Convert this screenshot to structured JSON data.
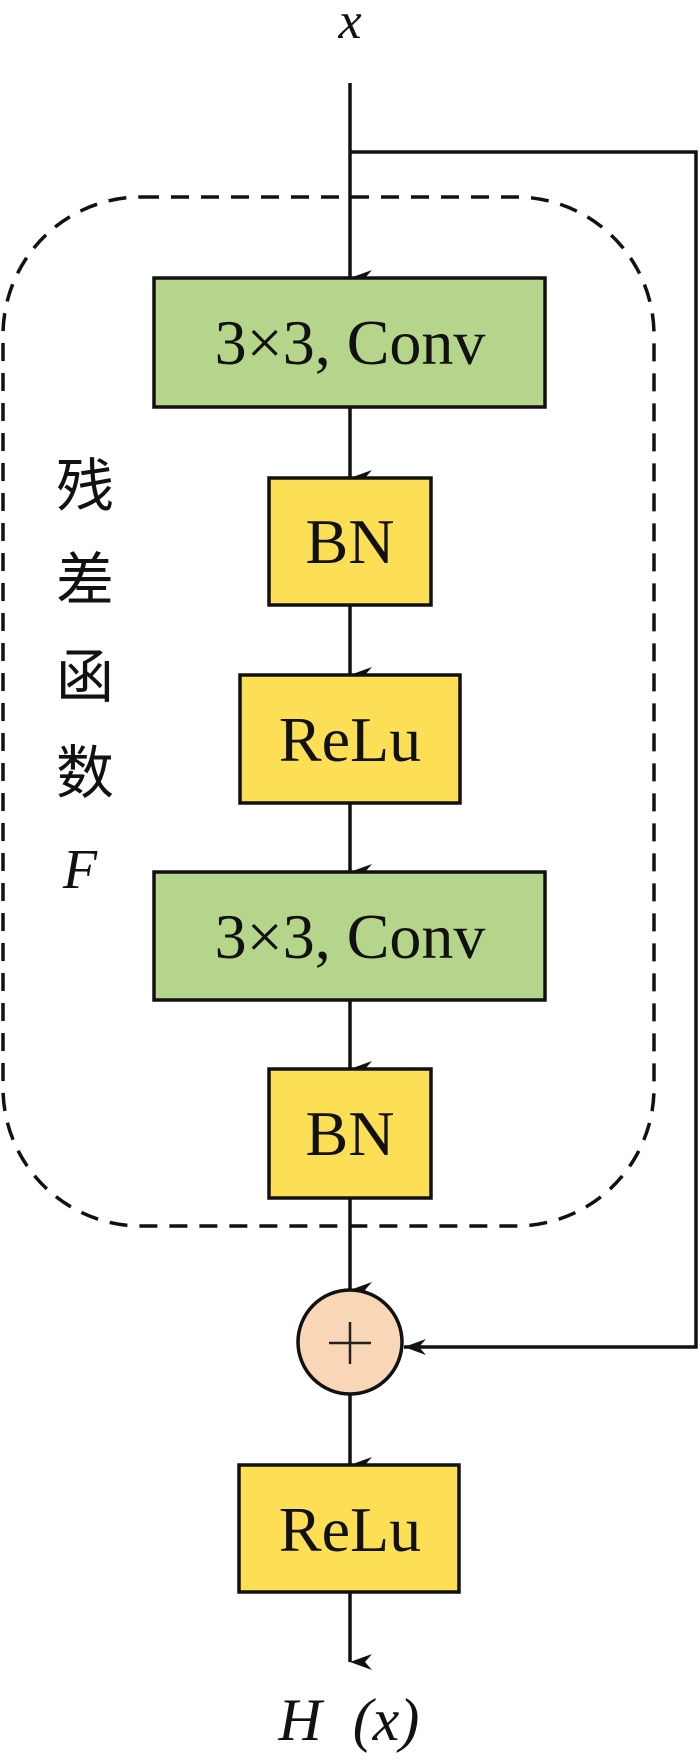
{
  "diagram": {
    "title": "Residual block",
    "input_label": "x",
    "output_label_func": "H",
    "output_label_arg": "(x)",
    "group_label_chars": [
      "残",
      "差",
      "函",
      "数"
    ],
    "group_label_symbol": "F",
    "nodes": [
      {
        "id": "conv1",
        "label": "3×3, Conv",
        "type": "conv"
      },
      {
        "id": "bn1",
        "label": "BN",
        "type": "norm"
      },
      {
        "id": "relu1",
        "label": "ReLu",
        "type": "activation"
      },
      {
        "id": "conv2",
        "label": "3×3, Conv",
        "type": "conv"
      },
      {
        "id": "bn2",
        "label": "BN",
        "type": "norm"
      },
      {
        "id": "add",
        "label": "+",
        "type": "sum"
      },
      {
        "id": "relu2",
        "label": "ReLu",
        "type": "activation"
      }
    ],
    "edges": [
      {
        "from": "x",
        "to": "conv1"
      },
      {
        "from": "conv1",
        "to": "bn1"
      },
      {
        "from": "bn1",
        "to": "relu1"
      },
      {
        "from": "relu1",
        "to": "conv2"
      },
      {
        "from": "conv2",
        "to": "bn2"
      },
      {
        "from": "bn2",
        "to": "add"
      },
      {
        "from": "x",
        "to": "add",
        "kind": "skip-connection"
      },
      {
        "from": "add",
        "to": "relu2"
      },
      {
        "from": "relu2",
        "to": "H(x)"
      }
    ],
    "colors": {
      "conv": "#B5D68A",
      "norm": "#FDDF55",
      "activation": "#FDDF55",
      "sum": "#F8D6B6",
      "stroke": "#111111"
    }
  }
}
